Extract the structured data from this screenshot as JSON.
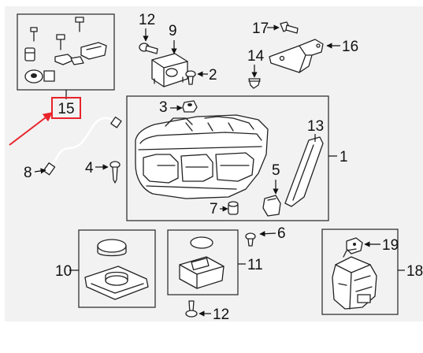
{
  "callouts": {
    "c1": "1",
    "c2": "2",
    "c3": "3",
    "c4": "4",
    "c5": "5",
    "c6": "6",
    "c7": "7",
    "c8": "8",
    "c9": "9",
    "c10": "10",
    "c11": "11",
    "c12a": "12",
    "c12b": "12",
    "c13": "13",
    "c14": "14",
    "c15": "15",
    "c16": "16",
    "c17": "17",
    "c18": "18",
    "c19": "19"
  },
  "colors": {
    "background": "#f2f2f2",
    "highlight": "#e8232a",
    "line": "#222222"
  }
}
